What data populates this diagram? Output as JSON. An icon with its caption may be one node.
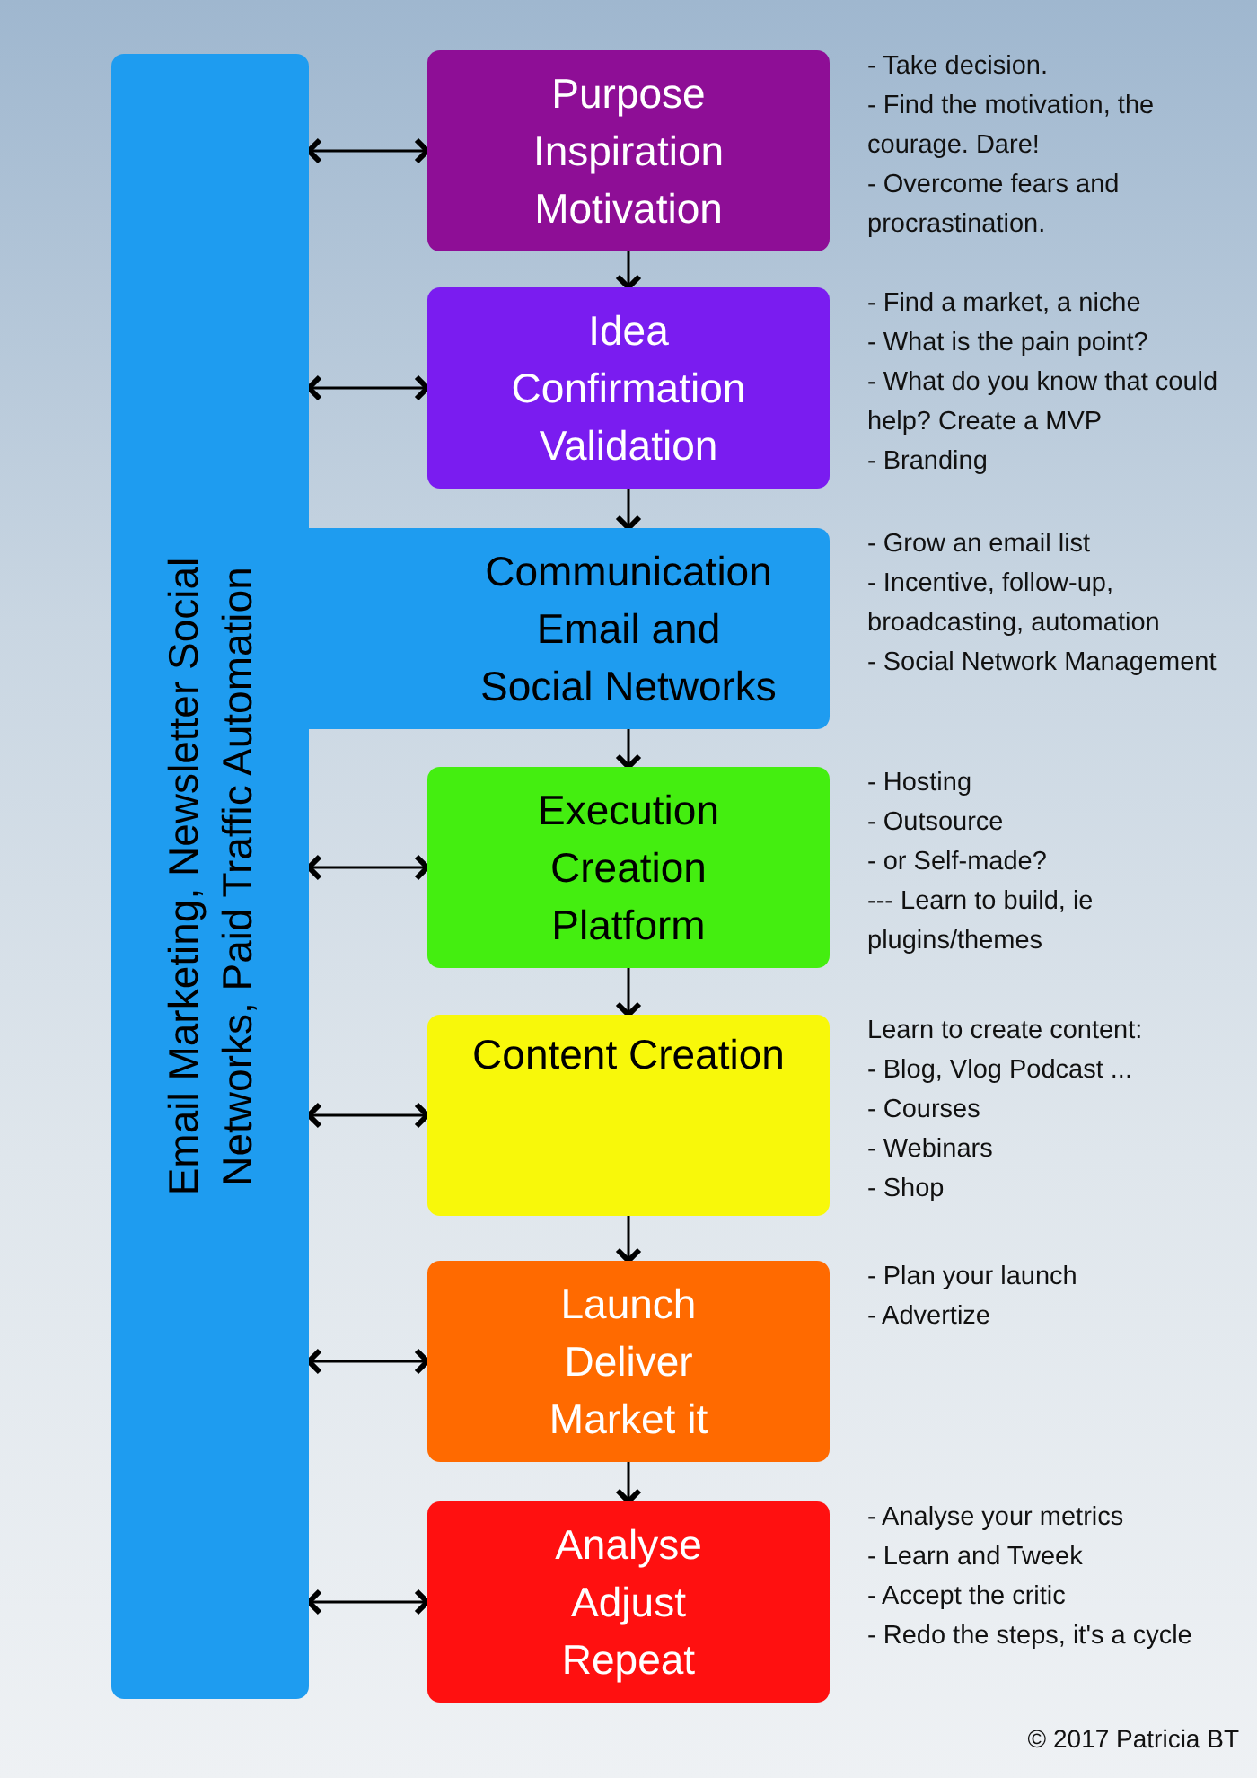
{
  "diagram": {
    "nodes": [
      {
        "text": [
          "Email Marketing, Newsletter Social Networks, Paid Traffic Automation"
        ]
      },
      {
        "text": [
          "Purpose",
          "Inspiration",
          "Motivation"
        ],
        "beside": [
          "- Take decision.",
          "- Find the motivation, the courage. Dare!",
          "- Overcome fears and procrastination."
        ]
      },
      {
        "text": [
          "Idea",
          "Confirmation",
          "Validation"
        ],
        "beside": [
          "- Find a market, a niche",
          "- What is the pain point?",
          "- What do you know that could help? Create a MVP",
          "- Branding"
        ]
      },
      {
        "text": [
          "Communication",
          "Email and",
          "Social Networks"
        ],
        "beside": [
          "- Grow an email list",
          "- Incentive, follow-up, broadcasting, automation",
          "- Social Network Management"
        ]
      },
      {
        "text": [
          "Execution",
          "Creation",
          "Platform"
        ],
        "beside": [
          "- Hosting",
          "- Outsource",
          "- or Self-made?",
          "--- Learn to build, ie plugins/themes"
        ]
      },
      {
        "text": [
          "Content Creation"
        ],
        "beside": [
          "Learn to create content:",
          "- Blog, Vlog Podcast ...",
          "- Courses",
          "- Webinars",
          "- Shop"
        ]
      },
      {
        "text": [
          "Launch",
          "Deliver",
          "Market it"
        ],
        "beside": [
          "- Plan your launch",
          "- Advertize"
        ]
      },
      {
        "text": [
          "Analyse",
          "Adjust",
          "Repeat"
        ],
        "beside": [
          "- Analyse your metrics",
          "- Learn and Tweek",
          "- Accept the critic",
          "- Redo the steps, it's a cycle"
        ]
      }
    ],
    "edges": [
      {
        "from": 0,
        "to": 1,
        "arrow": "both"
      },
      {
        "from": 0,
        "to": 2,
        "arrow": "both"
      },
      {
        "from": 0,
        "to": 4,
        "arrow": "both"
      },
      {
        "from": 0,
        "to": 5,
        "arrow": "both"
      },
      {
        "from": 0,
        "to": 6,
        "arrow": "both"
      },
      {
        "from": 0,
        "to": 7,
        "arrow": "both"
      },
      {
        "from": 1,
        "to": 2,
        "arrow": "to"
      },
      {
        "from": 2,
        "to": 3,
        "arrow": "to"
      },
      {
        "from": 3,
        "to": 4,
        "arrow": "to"
      },
      {
        "from": 4,
        "to": 5,
        "arrow": "to"
      },
      {
        "from": 5,
        "to": 6,
        "arrow": "to"
      },
      {
        "from": 6,
        "to": 7,
        "arrow": "to"
      }
    ],
    "labels": [
      "© 2017 Patricia BT"
    ]
  }
}
